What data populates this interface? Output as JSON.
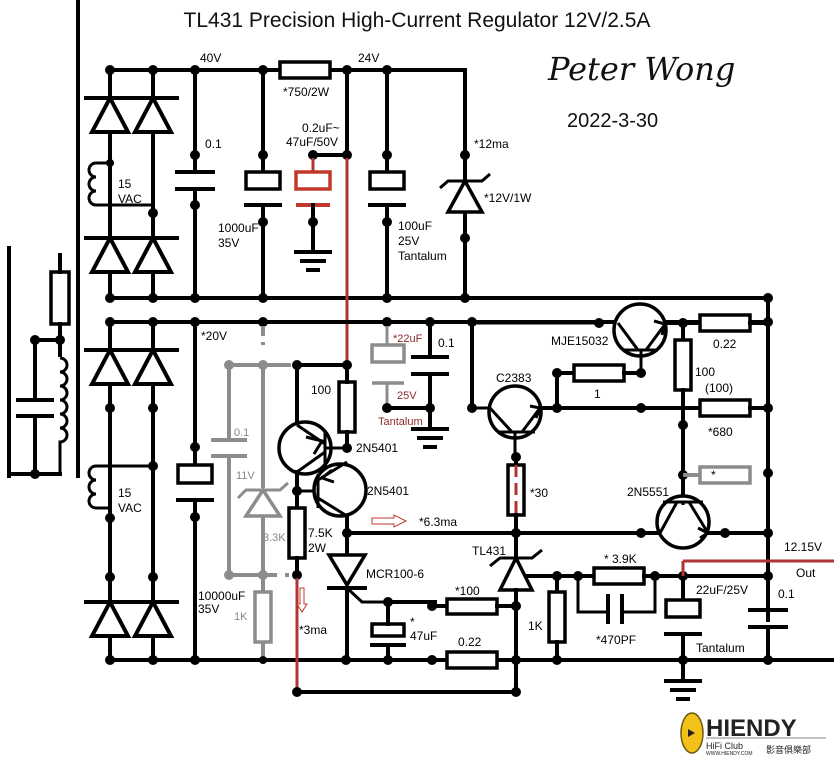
{
  "title": "TL431 Precision High-Current Regulator 12V/2.5A",
  "author_signature": "Peter Wong",
  "date": "2022-3-30",
  "logo": {
    "brand": "HIENDY",
    "subtitle": "HiFi Club",
    "url_text": "WWW.HIENDY.COM",
    "chinese": "影音俱樂部",
    "accent_color": "#f2c21b"
  },
  "colors": {
    "wire": "#000000",
    "optional": "#8c8c8c",
    "highlight": "#b23333"
  },
  "labels": {
    "node_40v": "40V",
    "node_24v": "24V",
    "r_750": "*750/2W",
    "c_01_top": "0.1",
    "c_1000uf_a": "1000uF",
    "c_1000uf_b": "35V",
    "c_red_a": "0.2uF~",
    "c_red_b": "47uF/50V",
    "c_100uf_a": "100uF",
    "c_100uf_b": "25V",
    "c_100uf_c": "Tantalum",
    "zener_current": "*12ma",
    "zener_rating": "*12V/1W",
    "vac_top_a": "15",
    "vac_top_b": "VAC",
    "vac_bot_a": "15",
    "vac_bot_b": "VAC",
    "node_20v": "*20V",
    "c_22uf_opt": "*22uF",
    "c_22uf_opt_v": "25V",
    "c_22uf_opt_t": "Tantalum",
    "c_01_mid": "0.1",
    "r_100_mid": "100",
    "q_2n5401_a": "2N5401",
    "q_2n5401_b": "2N5401",
    "c_01_opt": "0.1",
    "z_11v_opt": "11V",
    "r_33k_opt": "3.3K",
    "r_1k_opt": "1K",
    "r_75k_a": "7.5K",
    "r_75k_b": "2W",
    "c_10000uf_a": "10000uF",
    "c_10000uf_b": "35V",
    "current_3ma": "*3ma",
    "current_63ma": "*6.3ma",
    "scr": "MCR100-6",
    "c_47uf_star": "*",
    "c_47uf": "47uF",
    "r_100_star": "*100",
    "r_022_low": "0.22",
    "q_mje": "MJE15032",
    "q_c2383": "C2383",
    "r_1": "1",
    "r_022_top": "0.22",
    "r_100_right": "100",
    "r_100_paren": "(100)",
    "r_680": "*680",
    "r_opt_star": "*",
    "r_30": "*30",
    "q_2n5551": "2N5551",
    "tl431": "TL431",
    "r_39k": "* 3.9K",
    "r_1k": "1K",
    "c_470pf": "*470PF",
    "c_22uf_out_a": "22uF/25V",
    "c_22uf_out_b": "Tantalum",
    "out_voltage": "12.15V",
    "out_label": "Out",
    "c_01_out": "0.1"
  }
}
